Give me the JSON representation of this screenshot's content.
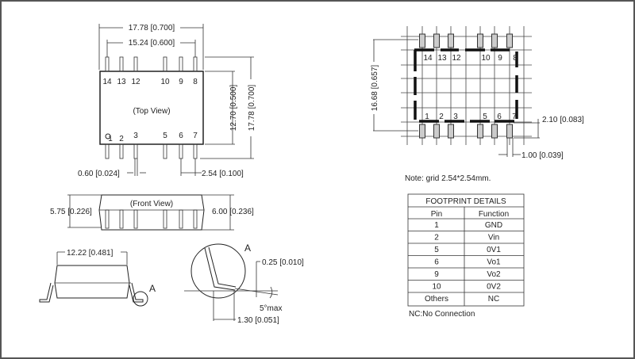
{
  "top_view": {
    "title": "(Top View)",
    "dim_width_outer": "17.78 [0.700]",
    "dim_width_pins": "15.24 [0.600]",
    "dim_height_body": "12.70 [0.500]",
    "dim_height_outer": "17.78 [0.700]",
    "dim_pin_width": "0.60 [0.024]",
    "dim_pitch": "2.54 [0.100]",
    "top_pins": [
      "14",
      "13",
      "12",
      "10",
      "9",
      "8"
    ],
    "bottom_pins": [
      "1",
      "2",
      "3",
      "5",
      "6",
      "7"
    ]
  },
  "front_view": {
    "title": "(Front View)",
    "dim_left": "5.75 [0.226]",
    "dim_right": "6.00 [0.236]"
  },
  "side_view": {
    "dim_width": "12.22 [0.481]",
    "detail_label": "A"
  },
  "detail_a": {
    "label": "A",
    "dim_thickness": "0.25 [0.010]",
    "angle": "5°max",
    "dim_foot": "1.30 [0.051]"
  },
  "footprint": {
    "dim_height": "16.68 [0.657]",
    "dim_pad_length": "2.10 [0.083]",
    "dim_pad_width": "1.00 [0.039]",
    "top_pins": [
      "14",
      "13",
      "12",
      "10",
      "9",
      "8"
    ],
    "bottom_pins": [
      "1",
      "2",
      "3",
      "5",
      "6",
      "7"
    ],
    "note": "Note: grid 2.54*2.54mm."
  },
  "table": {
    "title": "FOOTPRINT DETAILS",
    "headers": [
      "Pin",
      "Function"
    ],
    "rows": [
      [
        "1",
        "GND"
      ],
      [
        "2",
        "Vin"
      ],
      [
        "5",
        "0V1"
      ],
      [
        "6",
        "Vo1"
      ],
      [
        "9",
        "Vo2"
      ],
      [
        "10",
        "0V2"
      ],
      [
        "Others",
        "NC"
      ]
    ],
    "footnote": "NC:No Connection"
  }
}
